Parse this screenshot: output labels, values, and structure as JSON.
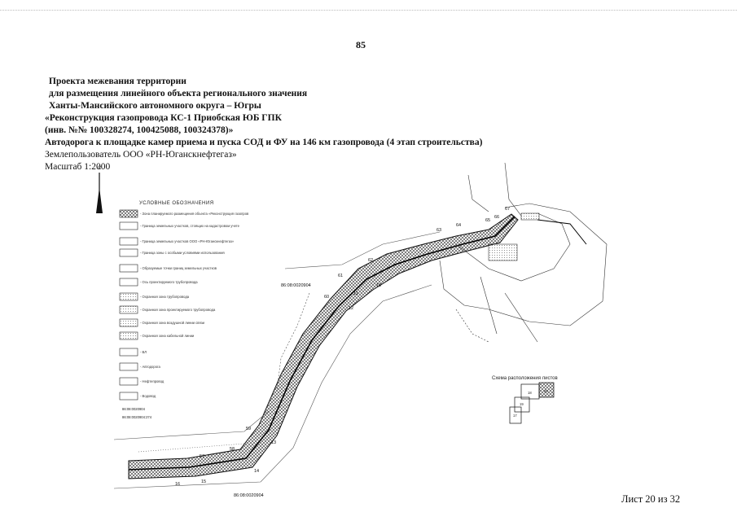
{
  "page_number": "85",
  "header": {
    "line1": "Проекта межевания территории",
    "line2": "для размещения линейного объекта регионального значения",
    "line3": "Ханты-Мансийского автономного округа – Югры",
    "line4": "«Реконструкция газопровода КС-1 Приобская ЮБ ГПК",
    "line5": "(инв. №№ 100328274, 100425088, 100324378)»",
    "line6": "Автодорога к площадке камер приема и пуска СОД и ФУ на 146 км газопровода (4 этап строительства)",
    "line7": "Землепользователь ООО «РН-Юганскнефтегаз»",
    "scale": "Масштаб 1:2000"
  },
  "map": {
    "north_label": "С",
    "legend_title": "УСЛОВНЫЕ ОБОЗНАЧЕНИЯ",
    "scheme_label": "Схема расположения листов",
    "sheet_numbers": [
      "18",
      "19",
      "20",
      "17"
    ],
    "cadastral_a": "86:08:0020904",
    "cadastral_b": "86:08:0020904:274",
    "legend_items": [
      "- Зона планируемого размещения объекта «Реконструкция газопровода КС-1 Приобская ЮБ ГПК (инв. №№ 100328274, 100425088, 100324378)»",
      "- Граница земельных участков, стоящих на кадастровом учете",
      "- Граница земельных участков ООО «РН-Юганскнефтегаз»",
      "- Граница зоны с особыми условиями использования",
      "- Образуемые точки границ земельных участков",
      "- Ось проектируемого трубопровода",
      "- Охранная зона трубопровода",
      "- Охранная зона проектируемого трубопровода",
      "- Охранная зона воздушной линии связи",
      "- Охранная зона кабельной линии",
      "- ВЛ",
      "- Автодорога",
      "- Нефтепровод",
      "- Водовод"
    ],
    "point_labels": [
      "61",
      "62",
      "63",
      "64",
      "65",
      "66",
      "67",
      "60",
      "59",
      "58",
      "57",
      "10",
      "11",
      "12",
      "13",
      "14",
      "15",
      "16"
    ]
  },
  "footer": "Лист 20 из 32"
}
